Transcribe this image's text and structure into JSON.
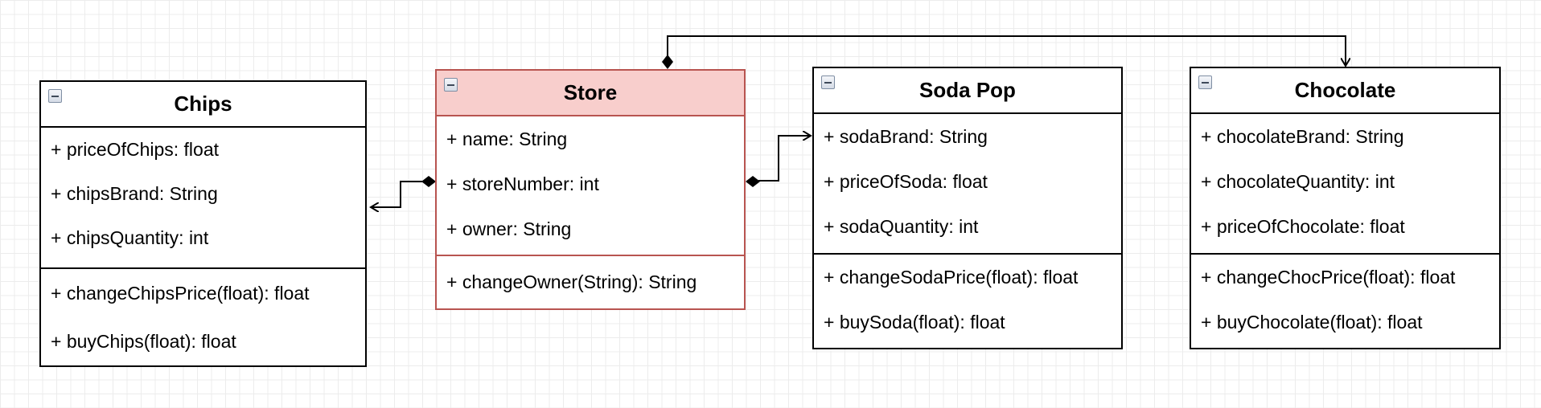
{
  "classes": [
    {
      "id": "chips",
      "name": "Chips",
      "attributes": [
        "+ priceOfChips: float",
        "+ chipsBrand: String",
        "+ chipsQuantity: int"
      ],
      "methods": [
        "+ changeChipsPrice(float): float",
        "+ buyChips(float): float"
      ]
    },
    {
      "id": "store",
      "name": "Store",
      "highlight": true,
      "attributes": [
        "+ name: String",
        "+ storeNumber: int",
        "+ owner: String"
      ],
      "methods": [
        "+ changeOwner(String): String"
      ]
    },
    {
      "id": "soda-pop",
      "name": "Soda Pop",
      "attributes": [
        "+ sodaBrand: String",
        "+ priceOfSoda: float",
        "+ sodaQuantity: int"
      ],
      "methods": [
        "+ changeSodaPrice(float): float",
        "+ buySoda(float): float"
      ]
    },
    {
      "id": "chocolate",
      "name": "Chocolate",
      "attributes": [
        "+ chocolateBrand: String",
        "+ chocolateQuantity: int",
        "+ priceOfChocolate: float"
      ],
      "methods": [
        "+ changeChocPrice(float): float",
        "+ buyChocolate(float): float"
      ]
    }
  ],
  "relationships": [
    {
      "from": "Store",
      "to": "Chips",
      "type": "composition"
    },
    {
      "from": "Store",
      "to": "Soda Pop",
      "type": "composition"
    },
    {
      "from": "Store",
      "to": "Chocolate",
      "type": "composition"
    }
  ],
  "colors": {
    "store_fill": "#f8cecc",
    "store_border": "#b85450",
    "line": "#000000"
  }
}
